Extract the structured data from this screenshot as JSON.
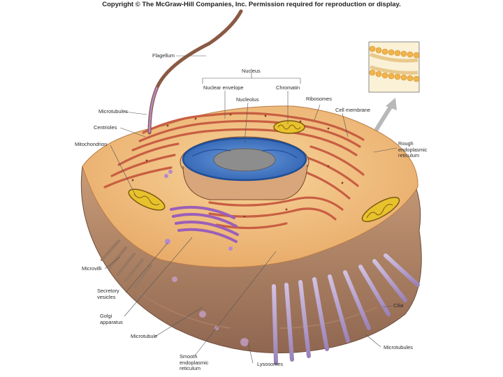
{
  "copyright": "Copyright © The McGraw-Hill Companies, Inc. Permission required for reproduction or display.",
  "labels": {
    "flagellum": "Flagellum",
    "nucleus": "Nucleus",
    "nuclear_envelope": "Nuclear envelope",
    "chromatin": "Chromatin",
    "nucleolus": "Nucleolus",
    "ribosomes": "Ribosomes",
    "cell_membrane": "Cell membrane",
    "microtubules_top": "Microtubules",
    "centrioles": "Centrioles",
    "mitochondrion": "Mitochondrion",
    "rough_er": "Rough\nendoplasmic\nreticulum",
    "microvilli": "Microvilli",
    "secretory_vesicles": "Secretory\nvesicles",
    "golgi": "Golgi\napparatus",
    "microtubule": "Microtubule",
    "smooth_er": "Smooth\nendoplasmic\nreticulum",
    "lysosomes": "Lysosomes",
    "cilia": "Cilia",
    "microtubules_bottom": "Microtubules"
  },
  "colors": {
    "cytoplasm": "#f2c483",
    "cell_side": "#b98a6a",
    "er": "#cf6a4d",
    "nuclear_envelope": "#3b74c4",
    "nucleolus": "#8a8a8a",
    "golgi": "#a86bc2",
    "mitochondria": "#e8c22c",
    "cilia": "#b9a3cf",
    "label_line": "#555555"
  }
}
